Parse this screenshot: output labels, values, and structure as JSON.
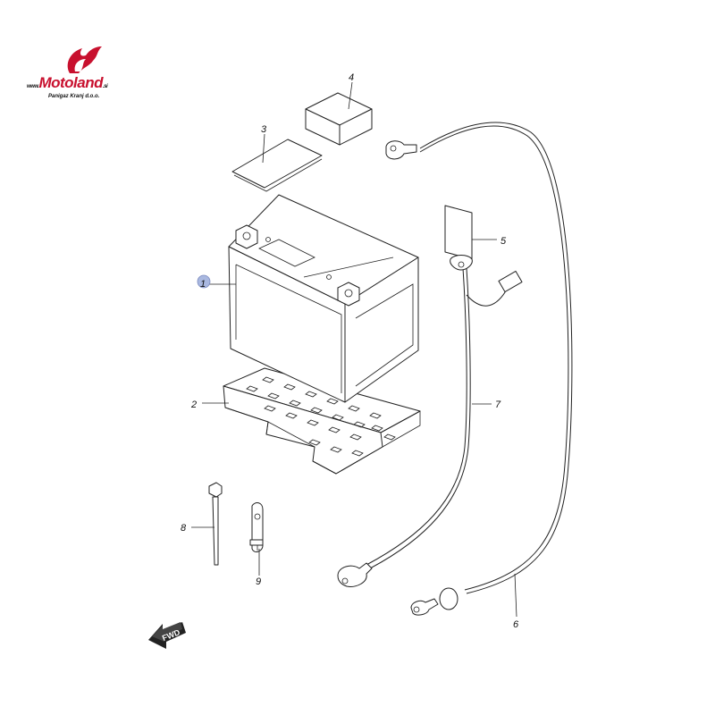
{
  "brand": {
    "prefix": "www.",
    "name": "Motoland",
    "suffix": ".si",
    "subtitle": "Panigaz Kranj d.o.o."
  },
  "callouts": [
    "1",
    "2",
    "3",
    "4",
    "5",
    "6",
    "7",
    "8",
    "9"
  ],
  "direction_label": "FWD",
  "colors": {
    "brand_red": "#c8102e",
    "highlight_marker": "#a9b8e0"
  }
}
